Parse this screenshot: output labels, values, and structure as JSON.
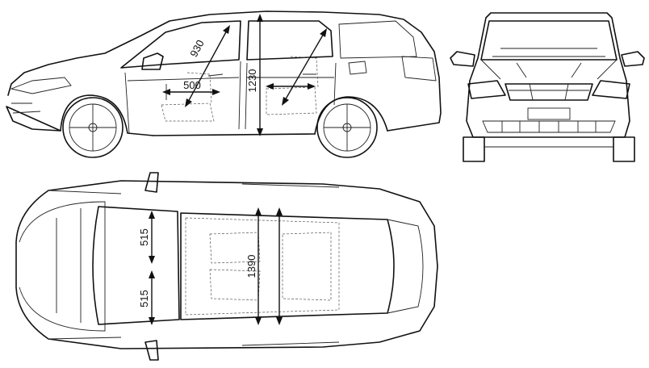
{
  "dimensions": {
    "side_length": "500",
    "side_diagonal": "930",
    "side_height": "1230",
    "top_width": "1390",
    "top_seat_front": "515",
    "top_seat_rear": "515"
  }
}
